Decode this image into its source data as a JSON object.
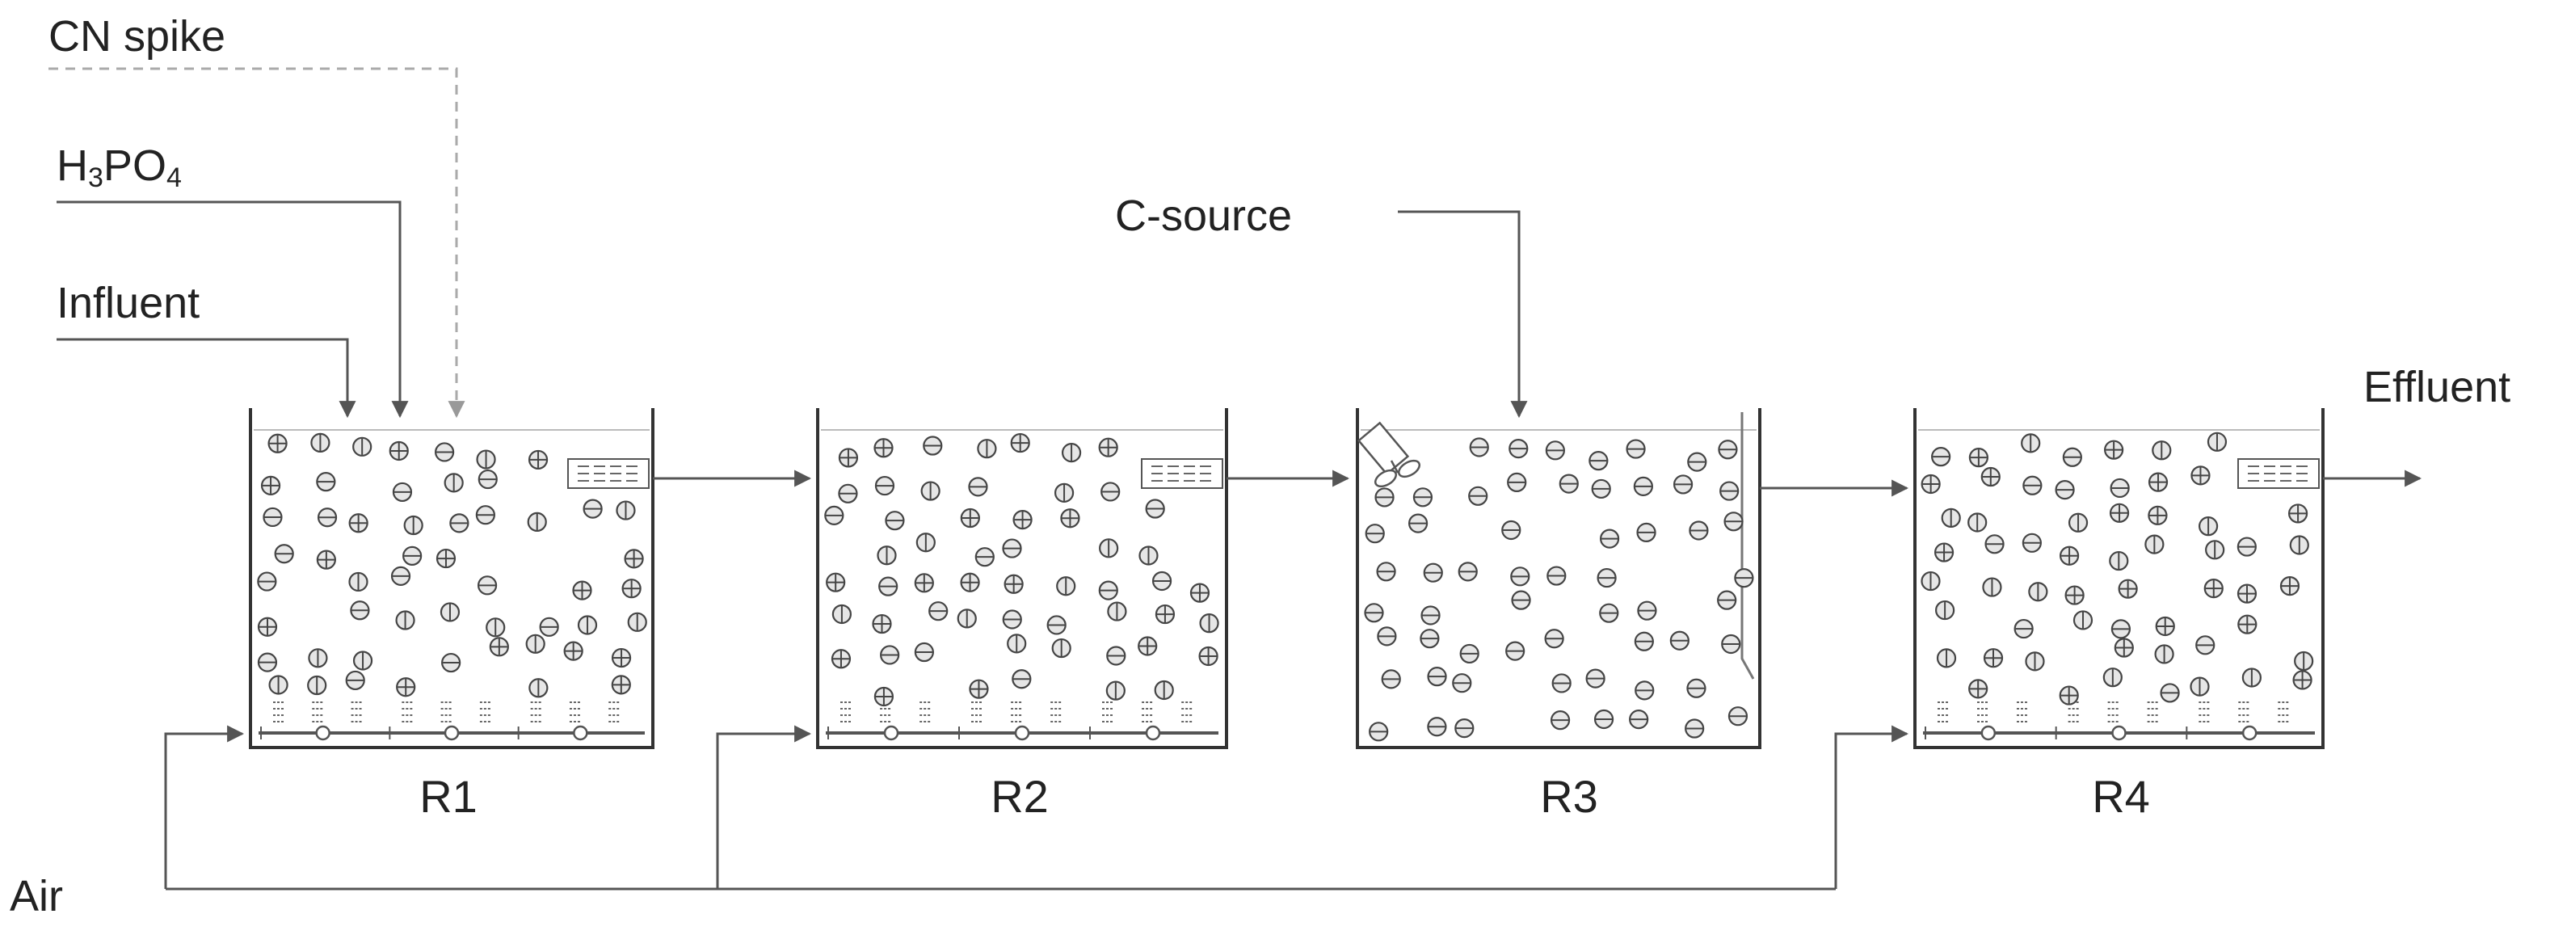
{
  "labels": {
    "cn_spike": "CN spike",
    "h3po4": {
      "base": "H",
      "sub1": "3",
      "mid": "PO",
      "sub2": "4"
    },
    "influent": "Influent",
    "c_source": "C-source",
    "effluent": "Effluent",
    "air": "Air"
  },
  "reactors": [
    {
      "name": "R1",
      "aerated": true,
      "carrier_mark": "mixed"
    },
    {
      "name": "R2",
      "aerated": true,
      "carrier_mark": "mixed"
    },
    {
      "name": "R3",
      "aerated": false,
      "carrier_mark": "horizontal",
      "mixer": true
    },
    {
      "name": "R4",
      "aerated": true,
      "carrier_mark": "mixed"
    }
  ],
  "colors": {
    "line": "#555555",
    "dashed": "#aaaaaa",
    "text": "#222222",
    "carrier_fill": "#e6e6e6"
  }
}
